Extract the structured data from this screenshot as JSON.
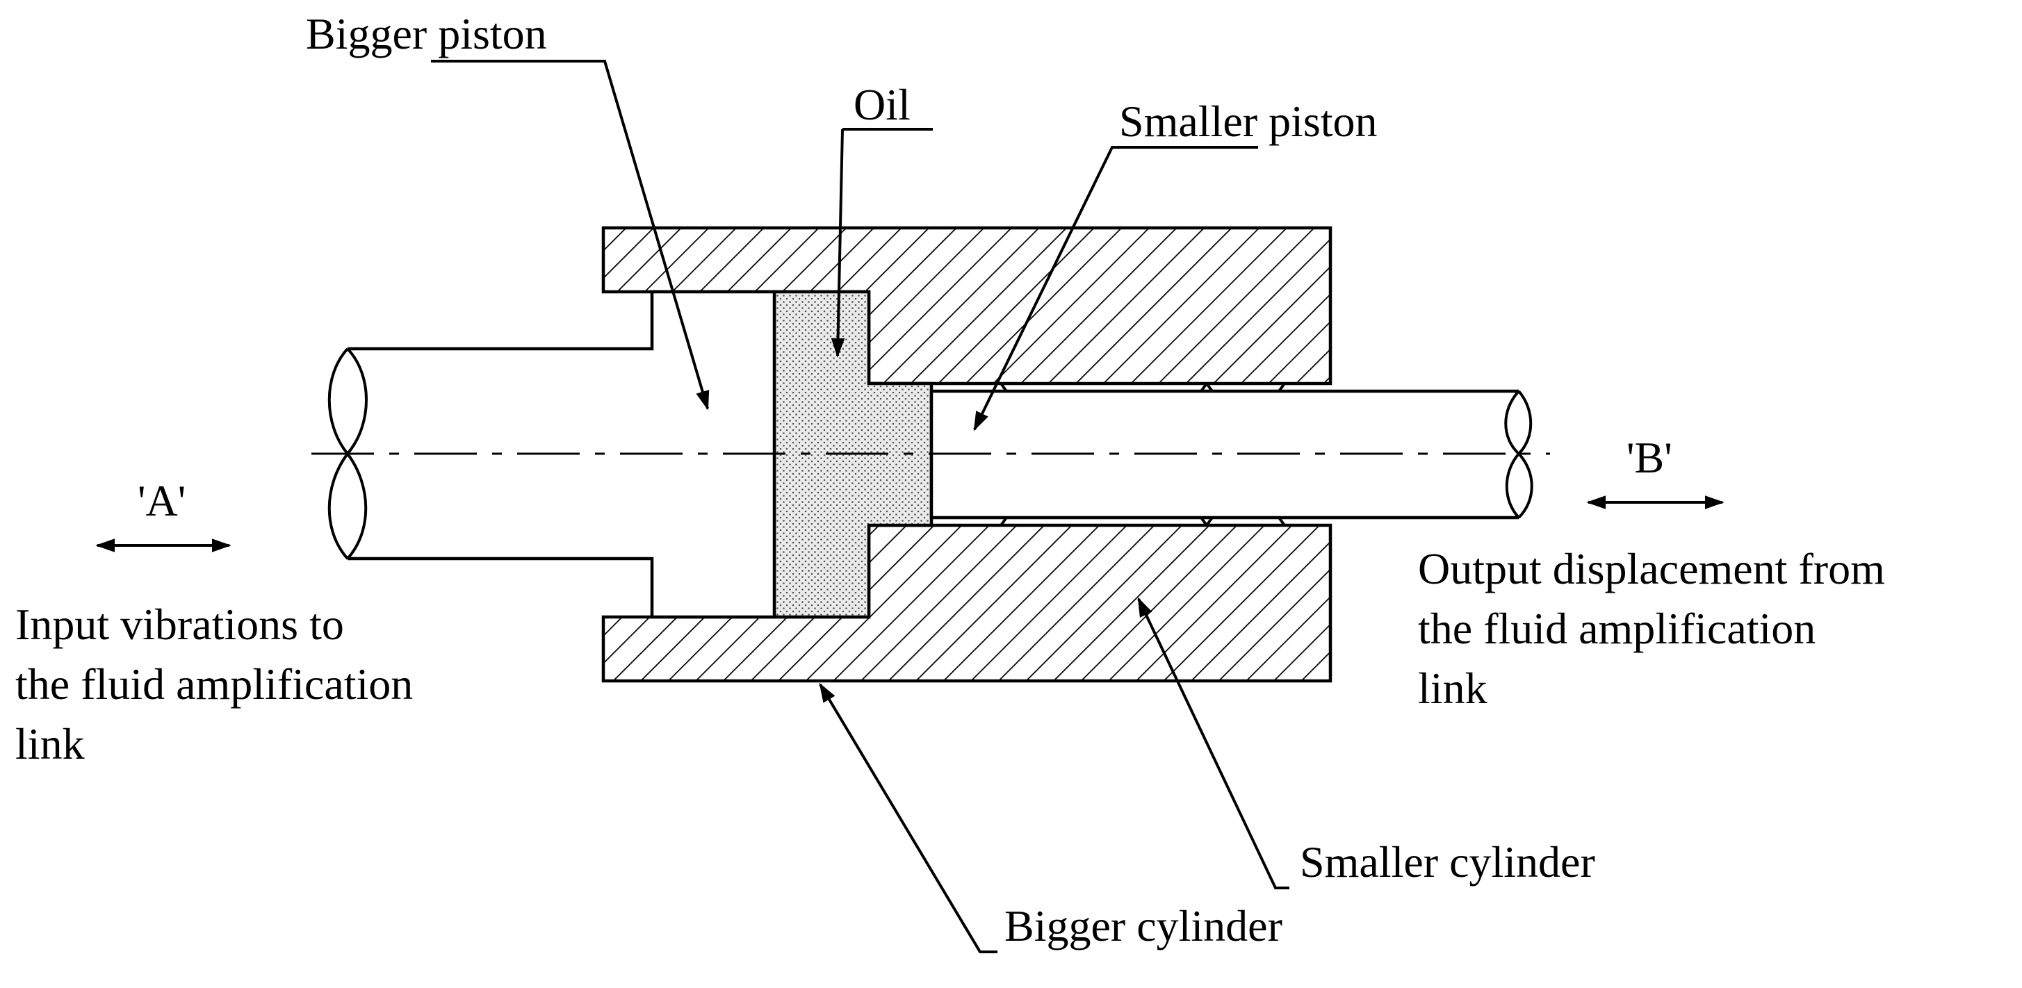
{
  "labels": {
    "bigger_piston": "Bigger piston",
    "oil": "Oil",
    "smaller_piston": "Smaller piston",
    "point_a": "'A'",
    "point_b": "'B'",
    "input_line1": "Input vibrations to",
    "input_line2": "the fluid amplification",
    "input_line3": "link",
    "output_line1": "Output displacement from",
    "output_line2": "the fluid amplification",
    "output_line3": "link",
    "smaller_cylinder": "Smaller cylinder",
    "bigger_cylinder": "Bigger cylinder"
  }
}
